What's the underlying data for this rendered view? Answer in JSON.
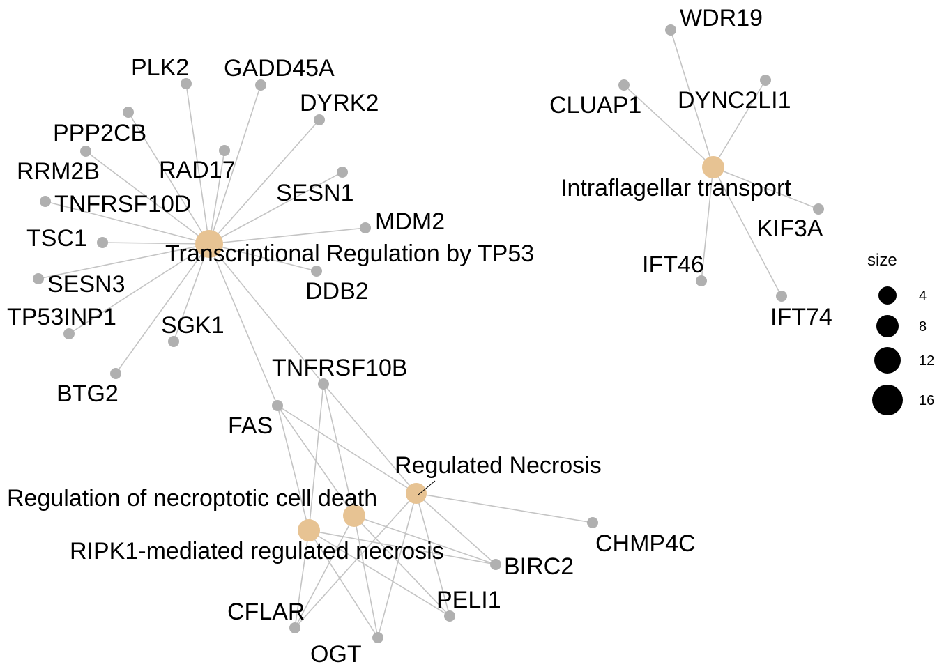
{
  "network": {
    "pathways": [
      {
        "id": "p1",
        "label": "Transcriptional Regulation by TP53"
      },
      {
        "id": "p2",
        "label": "Intraflagellar transport"
      },
      {
        "id": "p3",
        "label": "Regulated Necrosis"
      },
      {
        "id": "p4",
        "label": "Regulation of necroptotic cell death"
      },
      {
        "id": "p5",
        "label": "RIPK1-mediated regulated necrosis"
      }
    ],
    "genes": [
      "PLK2",
      "GADD45A",
      "DYRK2",
      "PPP2CB",
      "RRM2B",
      "RAD17",
      "SESN1",
      "TNFRSF10D",
      "MDM2",
      "TSC1",
      "DDB2",
      "SESN3",
      "TP53INP1",
      "SGK1",
      "BTG2",
      "WDR19",
      "CLUAP1",
      "DYNC2LI1",
      "KIF3A",
      "IFT46",
      "IFT74",
      "TNFRSF10B",
      "FAS",
      "CHMP4C",
      "BIRC2",
      "PELI1",
      "CFLAR",
      "OGT"
    ],
    "edges": [
      [
        "p1",
        "PLK2"
      ],
      [
        "p1",
        "GADD45A"
      ],
      [
        "p1",
        "DYRK2"
      ],
      [
        "p1",
        "PPP2CB"
      ],
      [
        "p1",
        "RRM2B"
      ],
      [
        "p1",
        "RAD17"
      ],
      [
        "p1",
        "SESN1"
      ],
      [
        "p1",
        "TNFRSF10D"
      ],
      [
        "p1",
        "MDM2"
      ],
      [
        "p1",
        "TSC1"
      ],
      [
        "p1",
        "DDB2"
      ],
      [
        "p1",
        "SESN3"
      ],
      [
        "p1",
        "TP53INP1"
      ],
      [
        "p1",
        "SGK1"
      ],
      [
        "p1",
        "BTG2"
      ],
      [
        "p1",
        "TNFRSF10B"
      ],
      [
        "p1",
        "FAS"
      ],
      [
        "p2",
        "WDR19"
      ],
      [
        "p2",
        "CLUAP1"
      ],
      [
        "p2",
        "DYNC2LI1"
      ],
      [
        "p2",
        "KIF3A"
      ],
      [
        "p2",
        "IFT46"
      ],
      [
        "p2",
        "IFT74"
      ],
      [
        "p3",
        "TNFRSF10B"
      ],
      [
        "p3",
        "FAS"
      ],
      [
        "p3",
        "CHMP4C"
      ],
      [
        "p3",
        "BIRC2"
      ],
      [
        "p3",
        "PELI1"
      ],
      [
        "p3",
        "CFLAR"
      ],
      [
        "p3",
        "OGT"
      ],
      [
        "p4",
        "TNFRSF10B"
      ],
      [
        "p4",
        "FAS"
      ],
      [
        "p4",
        "BIRC2"
      ],
      [
        "p4",
        "PELI1"
      ],
      [
        "p4",
        "CFLAR"
      ],
      [
        "p4",
        "OGT"
      ],
      [
        "p5",
        "TNFRSF10B"
      ],
      [
        "p5",
        "FAS"
      ],
      [
        "p5",
        "BIRC2"
      ],
      [
        "p5",
        "PELI1"
      ],
      [
        "p5",
        "CFLAR"
      ],
      [
        "p5",
        "OGT"
      ]
    ]
  },
  "legend": {
    "title": "size",
    "items": [
      {
        "label": "4",
        "value": 4
      },
      {
        "label": "8",
        "value": 8
      },
      {
        "label": "12",
        "value": 12
      },
      {
        "label": "16",
        "value": 16
      }
    ]
  },
  "colors": {
    "gene_node": "#b0b0b0",
    "pathway_node": "#e7c393",
    "edge": "#c4c4c4"
  }
}
